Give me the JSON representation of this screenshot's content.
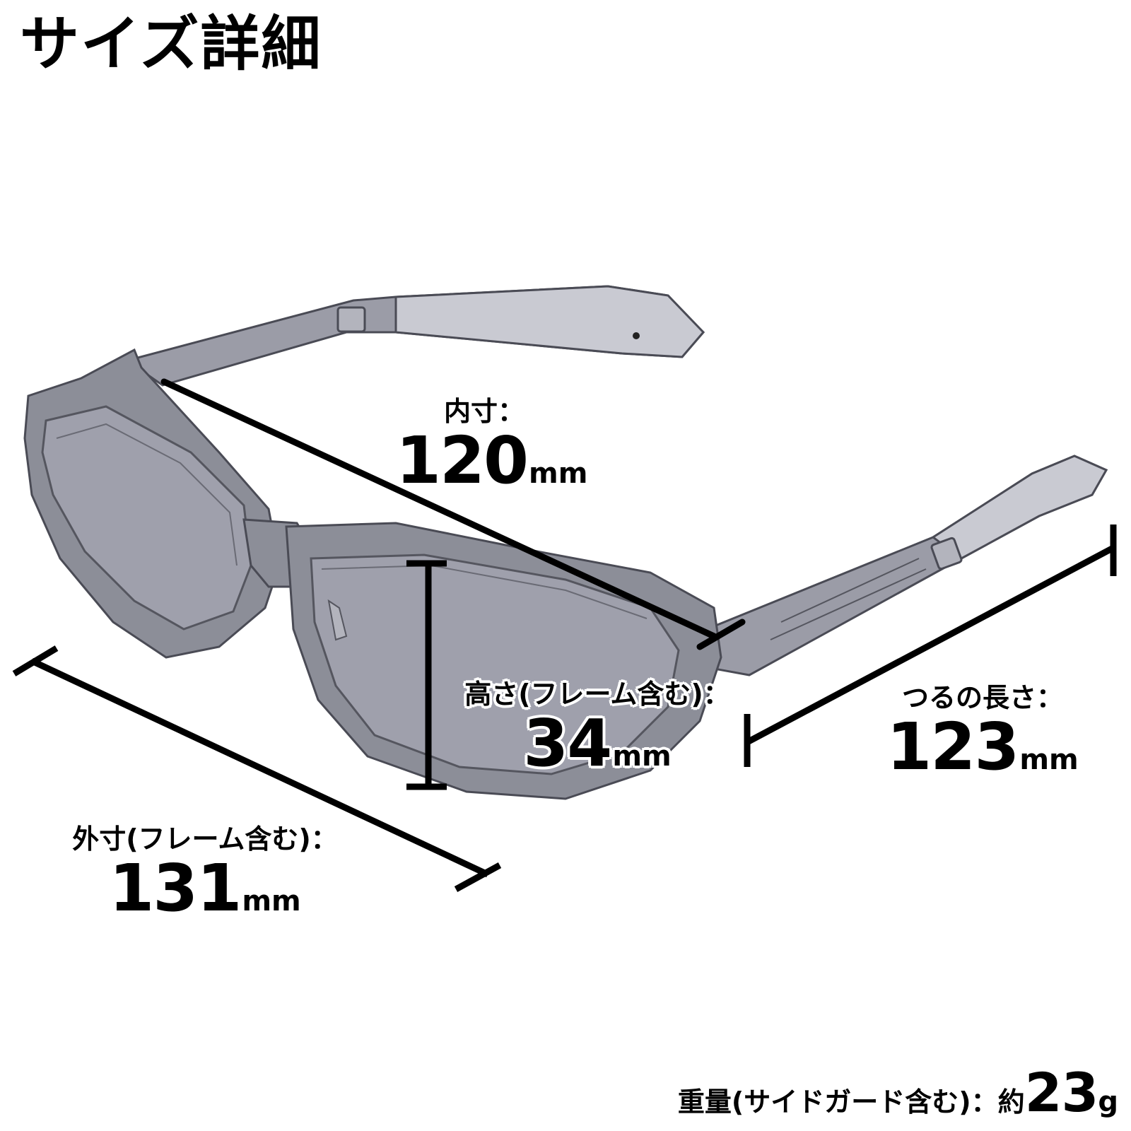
{
  "title": "サイズ詳細",
  "dimensions": {
    "inner": {
      "label": "内寸：",
      "value": "120",
      "unit": "mm"
    },
    "height": {
      "label": "高さ(フレーム含む)：",
      "value": "34",
      "unit": "mm"
    },
    "temple": {
      "label": "つるの長さ：",
      "value": "123",
      "unit": "mm"
    },
    "outer": {
      "label": "外寸(フレーム含む)：",
      "value": "131",
      "unit": "mm"
    }
  },
  "weight": {
    "label": "重量(サイドガード含む)：約",
    "value": "23",
    "unit": "g"
  },
  "colors": {
    "frame": "#8c8e98",
    "lens": "#9fa0ac",
    "temple_tip": "#c9cad2",
    "outline": "#4a4b55",
    "measure_line": "#000000"
  }
}
